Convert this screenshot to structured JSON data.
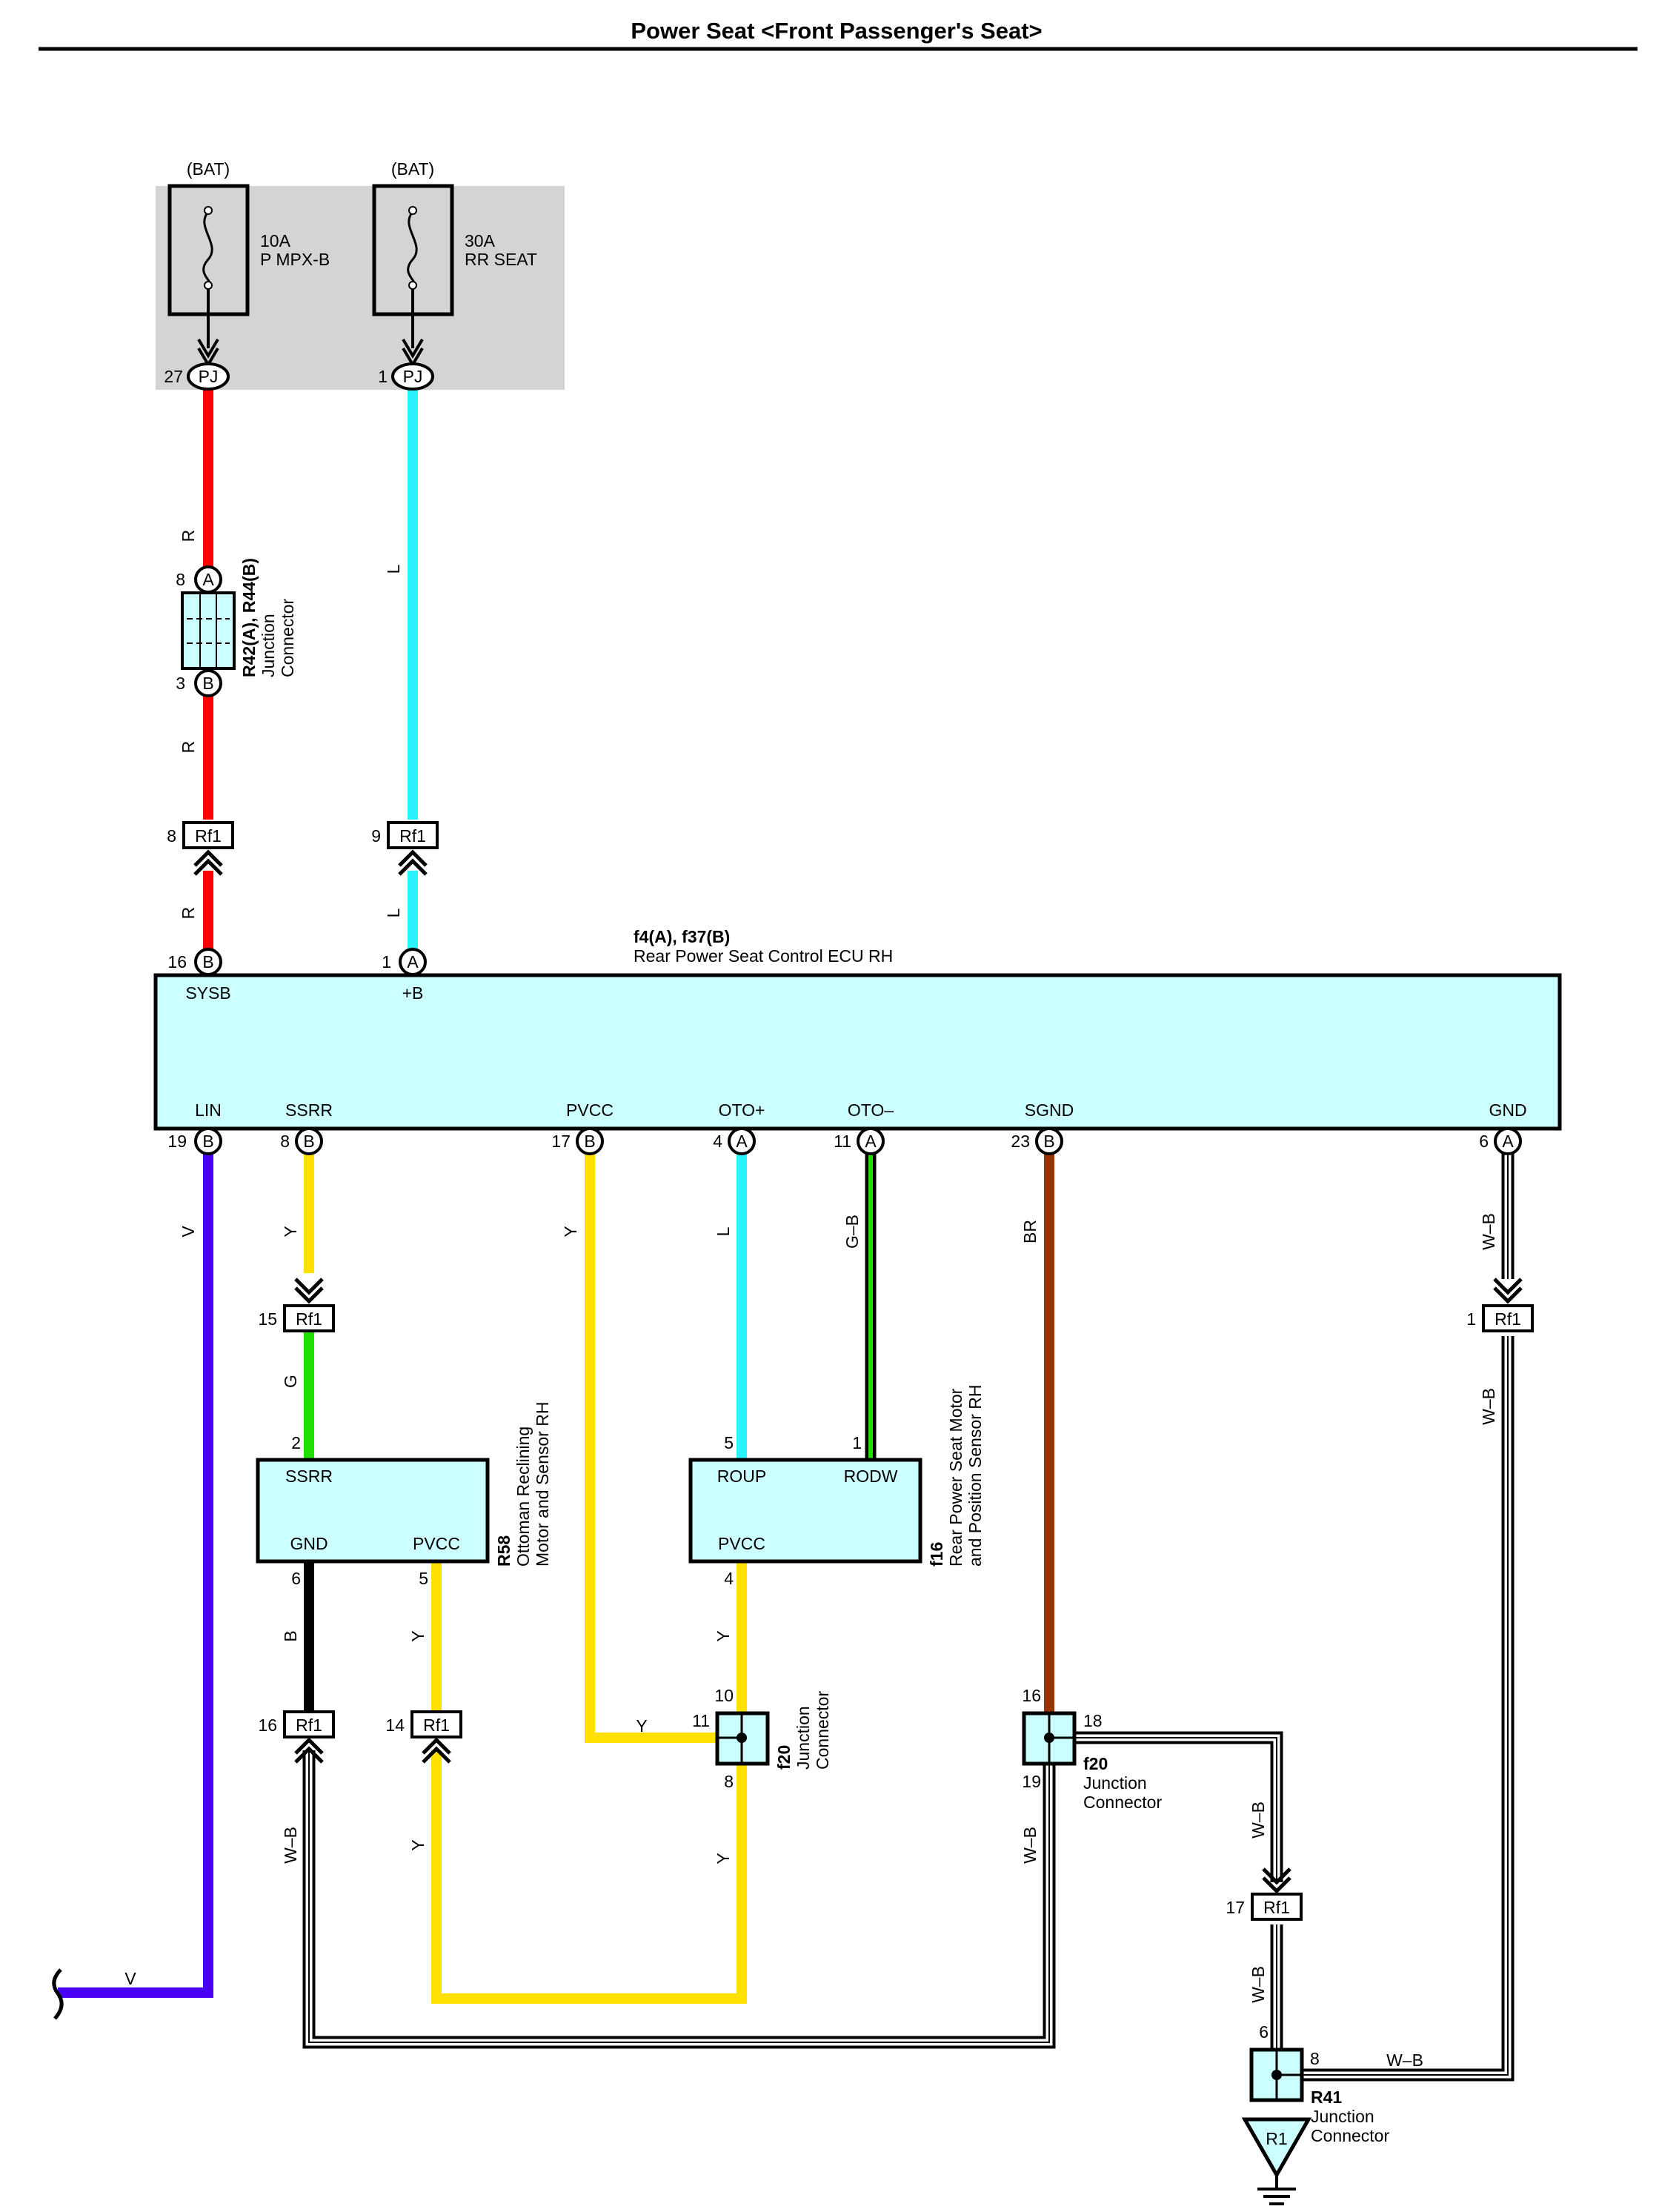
{
  "title": "Power Seat <Front Passenger's Seat>",
  "colors": {
    "red": "#ff0000",
    "blue_L": "#29f3ff",
    "yellow": "#ffe000",
    "green": "#22dd00",
    "violet": "#4a00f5",
    "brown": "#993300",
    "black": "#000000",
    "fill": "#ccffff",
    "fusebox": "#d4d4d4"
  },
  "fuses": [
    {
      "source": "(BAT)",
      "rating": "10A",
      "name": "P MPX-B",
      "connector": "PJ",
      "pin": "27"
    },
    {
      "source": "(BAT)",
      "rating": "30A",
      "name": "RR SEAT",
      "connector": "PJ",
      "pin": "1"
    }
  ],
  "wire_colors": {
    "R": "R",
    "L": "L",
    "Y": "Y",
    "V": "V",
    "G": "G",
    "B": "B",
    "GB": "G–B",
    "BR": "BR",
    "WB": "W–B"
  },
  "junction_r42": {
    "name": "R42(A), R44(B)",
    "line1": "Junction",
    "line2": "Connector",
    "pin_a": "8",
    "letter_a": "A",
    "pin_b": "3",
    "letter_b": "B"
  },
  "rf1": {
    "label": "Rf1",
    "pins": {
      "p8": "8",
      "p9": "9",
      "p15": "15",
      "p1": "1",
      "p16": "16",
      "p14": "14",
      "p17": "17"
    }
  },
  "ecu": {
    "code": "f4(A), f37(B)",
    "name": "Rear Power Seat Control ECU RH",
    "top": [
      {
        "pin": "16",
        "letter": "B",
        "label": "SYSB"
      },
      {
        "pin": "1",
        "letter": "A",
        "label": "+B"
      }
    ],
    "bottom": [
      {
        "pin": "19",
        "letter": "B",
        "label": "LIN"
      },
      {
        "pin": "8",
        "letter": "B",
        "label": "SSRR"
      },
      {
        "pin": "17",
        "letter": "B",
        "label": "PVCC"
      },
      {
        "pin": "4",
        "letter": "A",
        "label": "OTO+"
      },
      {
        "pin": "11",
        "letter": "A",
        "label": "OTO–"
      },
      {
        "pin": "23",
        "letter": "B",
        "label": "SGND"
      },
      {
        "pin": "6",
        "letter": "A",
        "label": "GND"
      }
    ]
  },
  "r58": {
    "code": "R58",
    "line1": "Ottoman Reclining",
    "line2": "Motor and Sensor RH",
    "ssrr": "SSRR",
    "gnd": "GND",
    "pvcc": "PVCC",
    "pin_ssrr": "2",
    "pin_gnd": "6",
    "pin_pvcc": "5"
  },
  "f16": {
    "code": "f16",
    "line1": "Rear Power Seat Motor",
    "line2": "and Position Sensor RH",
    "roup": "ROUP",
    "rodw": "RODW",
    "pvcc": "PVCC",
    "pin_roup": "5",
    "pin_rodw": "1",
    "pin_pvcc": "4"
  },
  "f20a": {
    "code": "f20",
    "line1": "Junction",
    "line2": "Connector",
    "pin_top": "10",
    "pin_left": "11",
    "pin_bottom": "8"
  },
  "f20b": {
    "code": "f20",
    "line1": "Junction",
    "line2": "Connector",
    "pin_top": "16",
    "pin_right": "18",
    "pin_bottom": "19"
  },
  "r41": {
    "code": "R41",
    "line1": "Junction",
    "line2": "Connector",
    "pin_top": "6",
    "pin_right": "8"
  },
  "ground": {
    "label": "R1"
  }
}
